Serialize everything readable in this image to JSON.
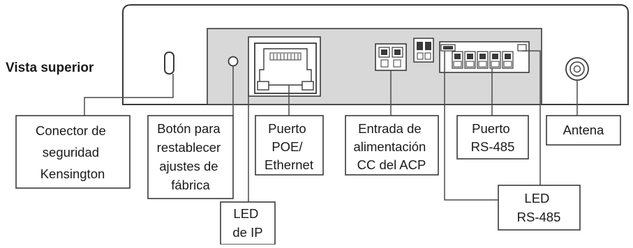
{
  "diagram": {
    "title": "Vista superior",
    "colors": {
      "outline": "#3a3a3a",
      "panel": "#d8d8d8",
      "device_body": "#ffffff",
      "leader": "#4a4a4a"
    },
    "callouts": {
      "kensington": [
        "Conector de",
        "seguridad",
        "Kensington"
      ],
      "reset": [
        "Botón para",
        "restablecer",
        "ajustes de",
        "fábrica"
      ],
      "led_ip": [
        "LED",
        "de IP"
      ],
      "poe": [
        "Puerto",
        "POE/",
        "Ethernet"
      ],
      "power": [
        "Entrada de",
        "alimentación",
        "CC del ACP"
      ],
      "rs485_port": [
        "Puerto",
        "RS-485"
      ],
      "antenna": [
        "Antena"
      ],
      "led_rs485": [
        "LED",
        "RS-485"
      ]
    }
  }
}
